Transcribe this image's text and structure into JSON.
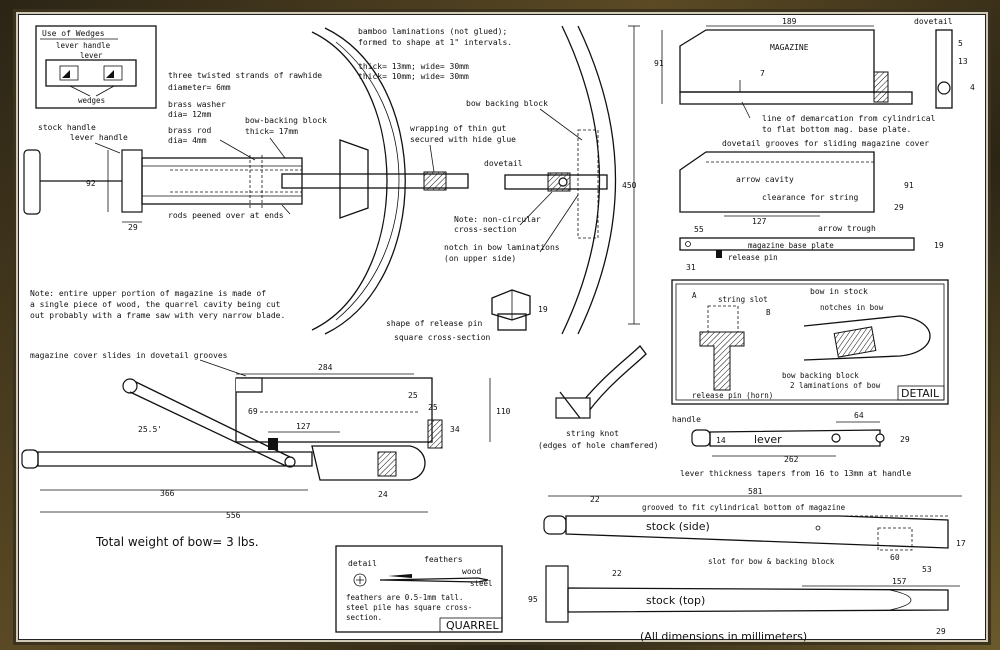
{
  "labels": {
    "use_of_wedges": "Use of Wedges",
    "lever_handle": "lever handle",
    "lever": "lever",
    "wedges": "wedges",
    "three_strands": "three twisted strands of rawhide",
    "diameter": "diameter= 6mm",
    "brass_washer": "brass washer",
    "washer_dia": "dia= 12mm",
    "brass_rod": "brass rod",
    "rod_dia": "dia= 4mm",
    "bow_backing_block": "bow-backing block",
    "block_thick": "thick= 17mm",
    "bamboo1": "bamboo laminations (not glued);",
    "bamboo2": "formed to shape at 1\" intervals.",
    "thick1": "thick= 13mm; wide= 30mm",
    "thick2": "thick= 10mm; wide= 30mm",
    "wrapping1": "wrapping of thin gut",
    "wrapping2": "secured with hide glue",
    "stock_handle": "stock handle",
    "lever_handle2": "lever handle",
    "dim_92": "92",
    "dim_29a": "29",
    "rods_peened": "rods peened over at ends",
    "bow_backing_block2": "bow backing block",
    "dovetail": "dovetail",
    "noncircular1": "Note: non-circular",
    "noncircular2": "cross-section",
    "notch1": "notch in bow laminations",
    "notch2": "(on upper side)",
    "dim_450": "450",
    "note1": "Note: entire upper portion of magazine is made of",
    "note2": "a single piece of wood, the quarrel cavity being cut",
    "note3": "out probably with a frame saw with very narrow blade.",
    "shape_release_pin": "shape of release pin",
    "square_cross": "square cross-section",
    "dim_19a": "19",
    "magazine_cover": "magazine cover slides in dovetail grooves",
    "dim_284": "284",
    "dim_25a": "25",
    "dim_25b": "25",
    "dim_110": "110",
    "dim_69": "69",
    "dim_127a": "127",
    "dim_34": "34",
    "angle": "25.5'",
    "dim_366": "366",
    "dim_24": "24",
    "dim_556": "556",
    "total_weight": "Total weight of bow= 3 lbs.",
    "string_knot1": "string knot",
    "string_knot2": "(edges of hole chamfered)",
    "dim_189": "189",
    "magazine": "MAGAZINE",
    "dovetail2": "dovetail",
    "dim_91a": "91",
    "dim_7": "7",
    "dim_5": "5",
    "dim_13": "13",
    "dim_4": "4",
    "demarcation1": "line of demarcation from cylindrical",
    "demarcation2": "to flat bottom mag. base plate.",
    "dovetail_grooves": "dovetail grooves for sliding magazine cover",
    "arrow_cavity": "arrow cavity",
    "clearance": "clearance for string",
    "dim_91b": "91",
    "dim_29b": "29",
    "dim_55": "55",
    "dim_127b": "127",
    "arrow_trough": "arrow trough",
    "base_plate": "magazine base plate",
    "dim_19b": "19",
    "dim_31": "31",
    "release_pin": "release pin",
    "bow_in_stock": "bow in stock",
    "string_slot": "string slot",
    "letter_a": "A",
    "letter_b": "B",
    "notches_in_bow": "notches in bow",
    "bow_backing_block3": "bow backing block",
    "two_laminations": "2 laminations of bow",
    "release_pin_horn": "release pin (horn)",
    "detail_box": "DETAIL",
    "handle": "handle",
    "dim_14": "14",
    "lever2": "lever",
    "dim_64": "64",
    "dim_29c": "29",
    "dim_262": "262",
    "lever_thickness": "lever thickness tapers from 16 to 13mm at handle",
    "dim_581": "581",
    "dim_22a": "22",
    "grooved": "grooved to fit cylindrical bottom of magazine",
    "stock_side": "stock (side)",
    "dim_17": "17",
    "slot_bow": "slot for bow & backing block",
    "dim_60": "60",
    "dim_53": "53",
    "dim_22b": "22",
    "dim_157": "157",
    "dim_95": "95",
    "stock_top": "stock (top)",
    "dim_29d": "29",
    "all_dims": "(All dimensions in millimeters)",
    "detail": "detail",
    "feathers": "feathers",
    "wood": "wood",
    "steel": "steel",
    "feathers_note1": "feathers are 0.5-1mm tall.",
    "feathers_note2": "steel pile has square cross-",
    "feathers_note3": "section.",
    "quarrel": "QUARREL"
  }
}
